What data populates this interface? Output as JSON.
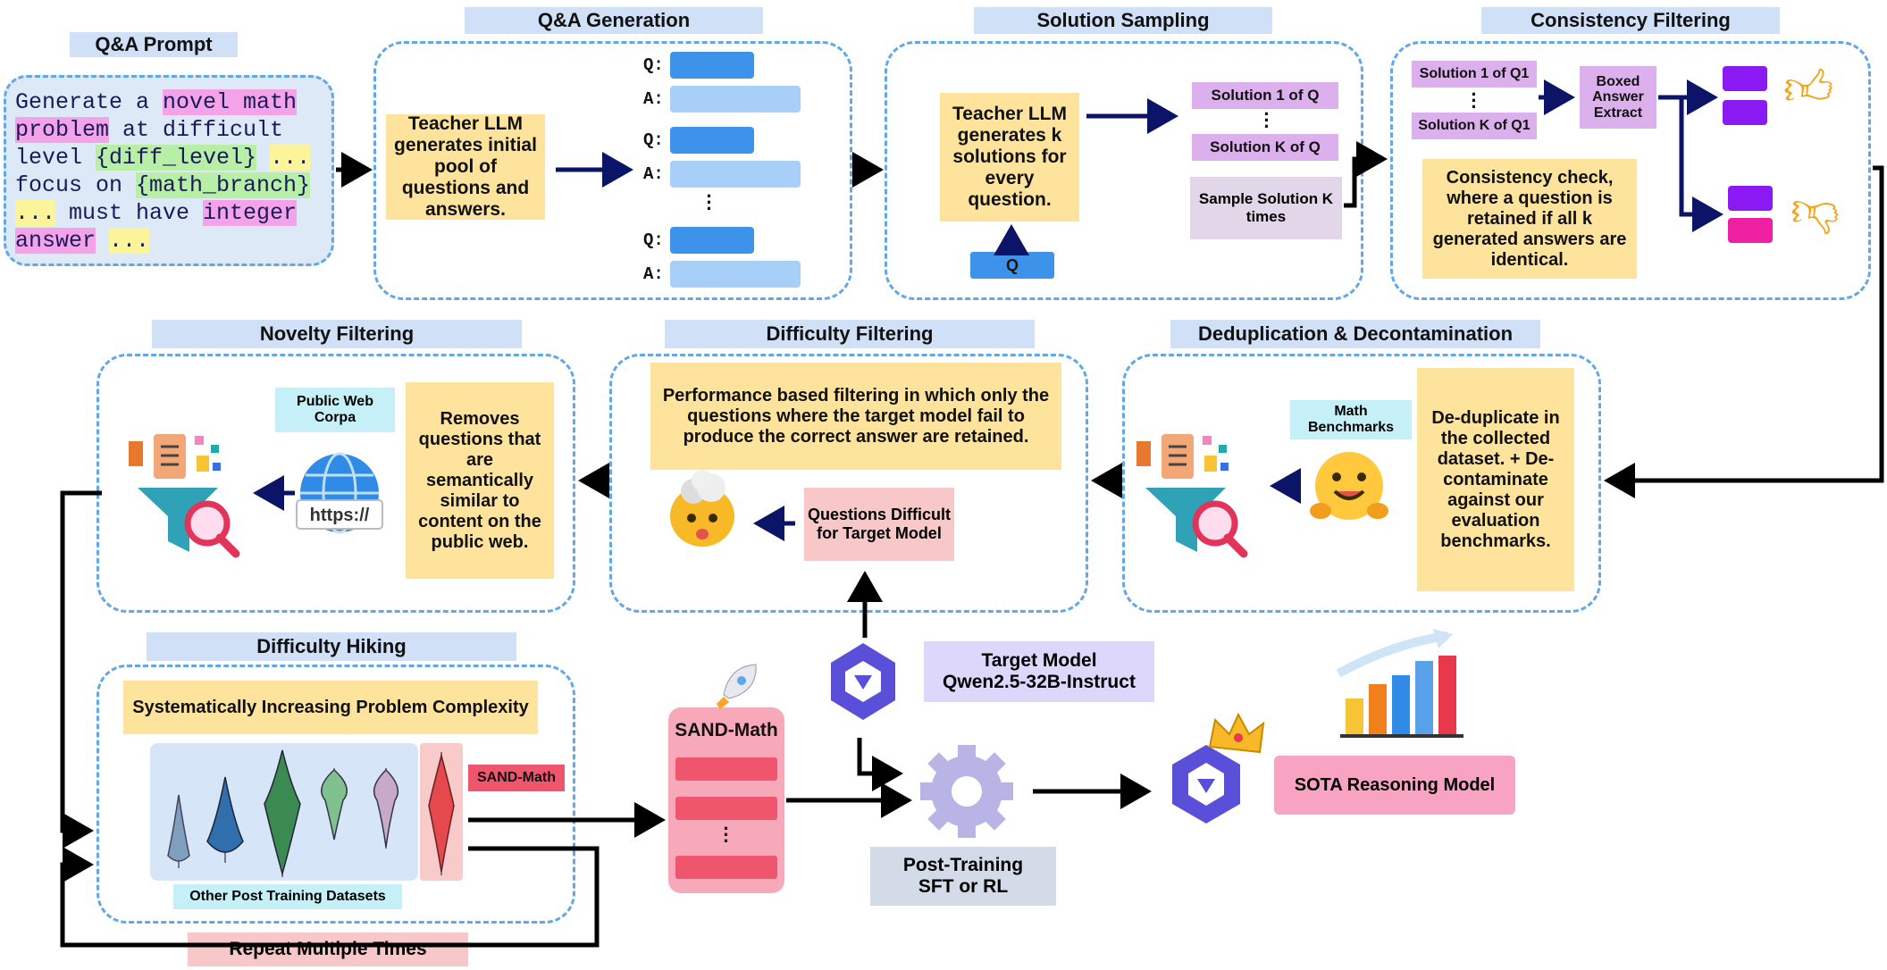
{
  "sections": {
    "qa_prompt": "Q&A Prompt",
    "qa_generation": "Q&A Generation",
    "solution_sampling": "Solution Sampling",
    "consistency_filtering": "Consistency Filtering",
    "novelty_filtering": "Novelty Filtering",
    "difficulty_filtering": "Difficulty Filtering",
    "dedup": "Deduplication & Decontamination",
    "difficulty_hiking": "Difficulty Hiking"
  },
  "prompt": {
    "segments": [
      {
        "text": "Generate a ",
        "hl": ""
      },
      {
        "text": "novel math",
        "hl": "pink"
      },
      {
        "text": " ",
        "hl": ""
      },
      {
        "text": "problem",
        "hl": "pink"
      },
      {
        "text": " at difficult level ",
        "hl": ""
      },
      {
        "text": "{diff_level}",
        "hl": "green"
      },
      {
        "text": " ",
        "hl": ""
      },
      {
        "text": "...",
        "hl": "yellow"
      },
      {
        "text": " focus on ",
        "hl": ""
      },
      {
        "text": "{math_branch}",
        "hl": "green"
      },
      {
        "text": " ",
        "hl": ""
      },
      {
        "text": "...",
        "hl": "yellow"
      },
      {
        "text": " must have ",
        "hl": ""
      },
      {
        "text": "integer",
        "hl": "pink"
      },
      {
        "text": " ",
        "hl": ""
      },
      {
        "text": "answer",
        "hl": "pink"
      },
      {
        "text": " ",
        "hl": ""
      },
      {
        "text": "...",
        "hl": "yellow"
      }
    ]
  },
  "qa_generation": {
    "teacher_text": "Teacher LLM generates initial pool of questions and answers.",
    "q_label": "Q:",
    "a_label": "A:"
  },
  "solution_sampling": {
    "teacher_text": "Teacher LLM generates k solutions for every question.",
    "q_box": "Q",
    "sol1": "Solution 1 of Q",
    "solk": "Solution K of Q",
    "sample": "Sample Solution K times"
  },
  "consistency": {
    "sol1": "Solution 1 of Q1",
    "solk": "Solution K of Q1",
    "extract": "Boxed Answer Extract",
    "check": "Consistency check, where a question is retained if all k generated answers are identical."
  },
  "dedup": {
    "benchmarks": "Math Benchmarks",
    "text": "De-duplicate in the collected dataset. + De-contaminate against our evaluation benchmarks."
  },
  "difficulty_filtering": {
    "text": "Performance based filtering in which only the questions where the target model fail to produce the correct answer are retained.",
    "questions": "Questions Difficult for Target Model"
  },
  "novelty": {
    "corpa": "Public Web Corpa",
    "https": "https://",
    "text": "Removes questions that are semantically similar to content on the public web."
  },
  "hiking": {
    "subtitle": "Systematically Increasing Problem Complexity",
    "sand_tag": "SAND-Math",
    "other": "Other Post Training Datasets",
    "repeat": "Repeat Multiple Times"
  },
  "sand_math": "SAND-Math",
  "target_model": {
    "line1": "Target Model",
    "line2": "Qwen2.5-32B-Instruct"
  },
  "post_training": {
    "line1": "Post-Training",
    "line2": "SFT or RL"
  },
  "sota": "SOTA Reasoning Model",
  "colors": {
    "panel_border": "#62a8e8",
    "title_bg": "#cfe0f7",
    "yellow": "#fde39b",
    "purple_box": "#dbb0ec",
    "sand_bg": "#f5a3b5",
    "sand_bar": "#f0556e",
    "arrow_navy": "#0b1466",
    "violin": [
      "#7f9fbf",
      "#2f6fae",
      "#3a8a52",
      "#7fc08f",
      "#c7a9c9",
      "#e5484d"
    ]
  },
  "icons": [
    "thumbs-up-icon",
    "thumbs-down-icon",
    "funnel-search-icon",
    "globe-icon",
    "hugging-face-icon",
    "exploding-head-icon",
    "rocket-icon",
    "qwen-logo-icon",
    "gear-icon",
    "crown-icon",
    "bar-chart-icon"
  ]
}
